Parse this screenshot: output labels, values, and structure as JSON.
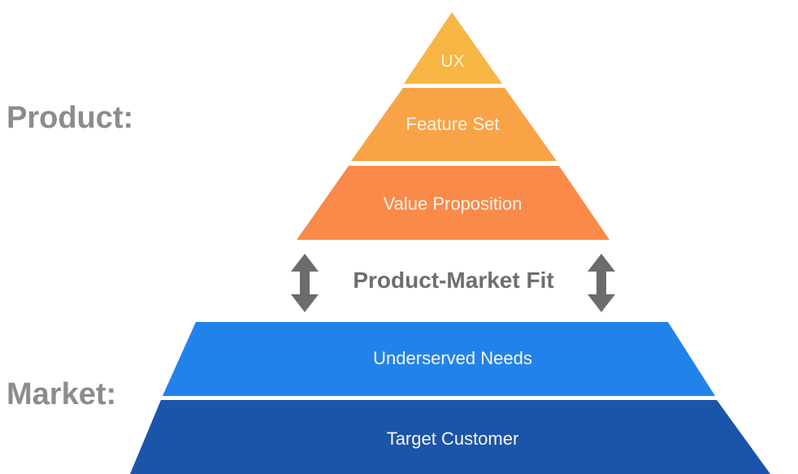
{
  "sections": {
    "product_label": "Product:",
    "market_label": "Market:"
  },
  "product_layers": [
    {
      "label": "UX",
      "color": "#f7b544"
    },
    {
      "label": "Feature Set",
      "color": "#f9a347"
    },
    {
      "label": "Value Proposition",
      "color": "#f98a49"
    }
  ],
  "fit": {
    "label": "Product-Market Fit",
    "arrow_icon": "double-vertical-arrow-icon",
    "arrow_color": "#6b6c6e"
  },
  "market_layers": [
    {
      "label": "Underserved Needs",
      "color": "#2183ea"
    },
    {
      "label": "Target Customer",
      "color": "#1a55a9"
    }
  ]
}
